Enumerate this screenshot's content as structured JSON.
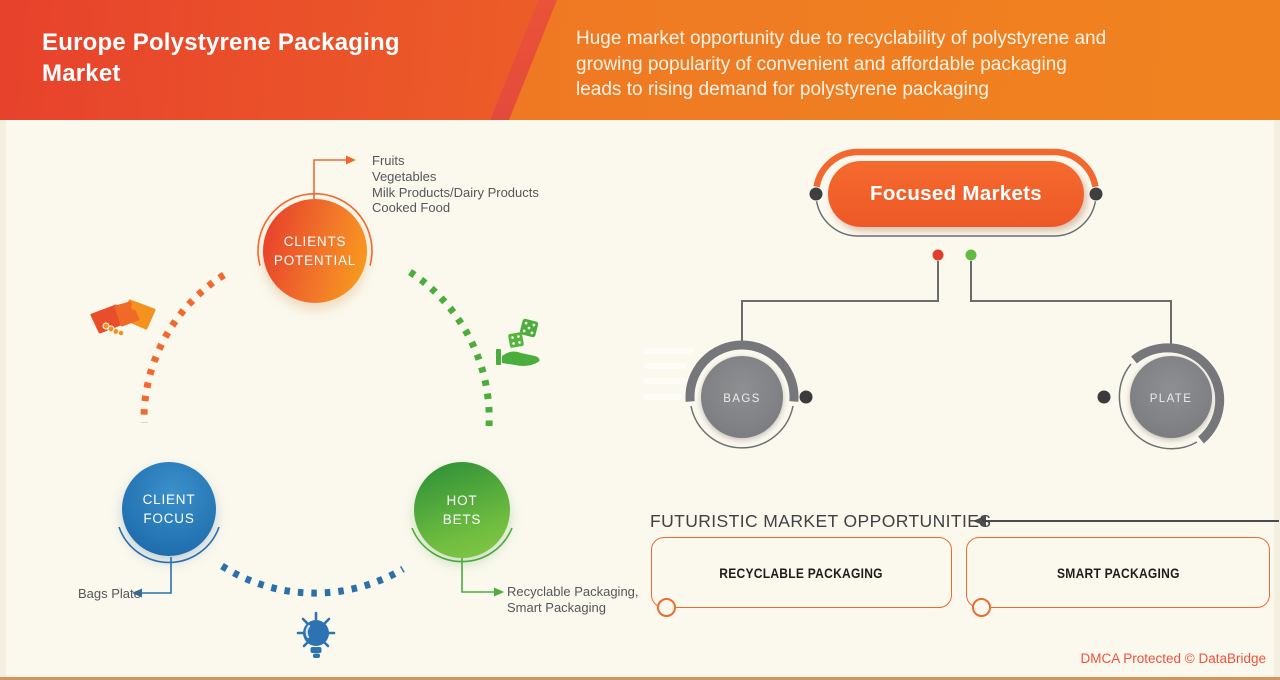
{
  "header": {
    "title": "Europe Polystyrene Packaging Market",
    "subtitle_lines": [
      "Huge market opportunity due to recyclability of polystyrene and",
      "growing popularity of convenient and affordable packaging",
      "leads to rising demand for polystyrene packaging"
    ]
  },
  "segments": {
    "clients_potential": {
      "line1": "CLIENTS",
      "line2": "POTENTIAL",
      "items": [
        "Fruits",
        "Vegetables",
        "Milk Products/Dairy Products",
        "Cooked Food"
      ]
    },
    "client_focus": {
      "line1": "CLIENT",
      "line2": "FOCUS",
      "note": "Bags Plate"
    },
    "hot_bets": {
      "line1": "HOT",
      "line2": "BETS",
      "note_lines": [
        "Recyclable Packaging,",
        "Smart Packaging"
      ]
    }
  },
  "focused_markets": {
    "label": "Focused Markets",
    "nodes": [
      {
        "label": "BAGS"
      },
      {
        "label": "PLATE"
      }
    ]
  },
  "opportunities": {
    "heading": "FUTURISTIC MARKET OPPORTUNITIES",
    "boxes": [
      {
        "label": "RECYCLABLE PACKAGING"
      },
      {
        "label": "SMART PACKAGING"
      }
    ]
  },
  "footer": {
    "dmca": "DMCA Protected © DataBridge"
  },
  "icons": [
    "handshake-icon",
    "hand-with-dice-icon",
    "lightbulb-icon"
  ],
  "colors": {
    "accent_orange": "#f2682f",
    "accent_blue": "#2b70ad",
    "accent_green": "#4aad3c",
    "header_red": "#e7422c",
    "header_orange": "#f5921e",
    "node_gray": "#818285",
    "cream": "#fbf9ee",
    "text_gray": "#55565a",
    "dmca_red": "#f0513d"
  }
}
